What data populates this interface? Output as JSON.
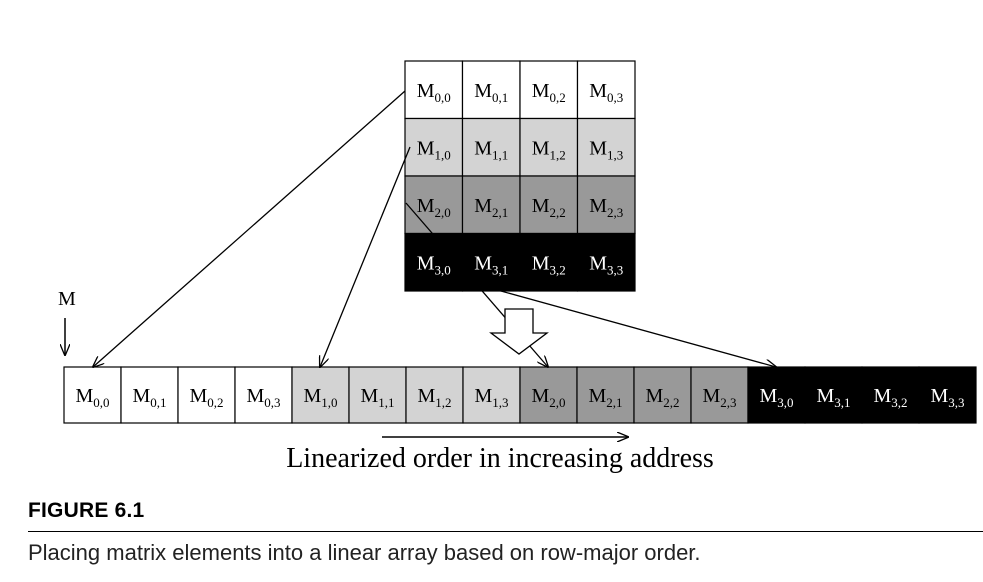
{
  "diagram": {
    "matrix": {
      "rows": [
        {
          "fill": "#ffffff",
          "text_color": "#000000",
          "cells": [
            {
              "base": "M",
              "sub": "0,0"
            },
            {
              "base": "M",
              "sub": "0,1"
            },
            {
              "base": "M",
              "sub": "0,2"
            },
            {
              "base": "M",
              "sub": "0,3"
            }
          ]
        },
        {
          "fill": "#d3d3d3",
          "text_color": "#000000",
          "cells": [
            {
              "base": "M",
              "sub": "1,0"
            },
            {
              "base": "M",
              "sub": "1,1"
            },
            {
              "base": "M",
              "sub": "1,2"
            },
            {
              "base": "M",
              "sub": "1,3"
            }
          ]
        },
        {
          "fill": "#999999",
          "text_color": "#000000",
          "cells": [
            {
              "base": "M",
              "sub": "2,0"
            },
            {
              "base": "M",
              "sub": "2,1"
            },
            {
              "base": "M",
              "sub": "2,2"
            },
            {
              "base": "M",
              "sub": "2,3"
            }
          ]
        },
        {
          "fill": "#000000",
          "text_color": "#ffffff",
          "cells": [
            {
              "base": "M",
              "sub": "3,0"
            },
            {
              "base": "M",
              "sub": "3,1"
            },
            {
              "base": "M",
              "sub": "3,2"
            },
            {
              "base": "M",
              "sub": "3,3"
            }
          ]
        }
      ]
    },
    "array_label": "M",
    "order_label": "Linearized order in increasing address"
  },
  "caption": {
    "title": "FIGURE 6.1",
    "text": "Placing matrix elements into a linear array based on row-major order."
  }
}
